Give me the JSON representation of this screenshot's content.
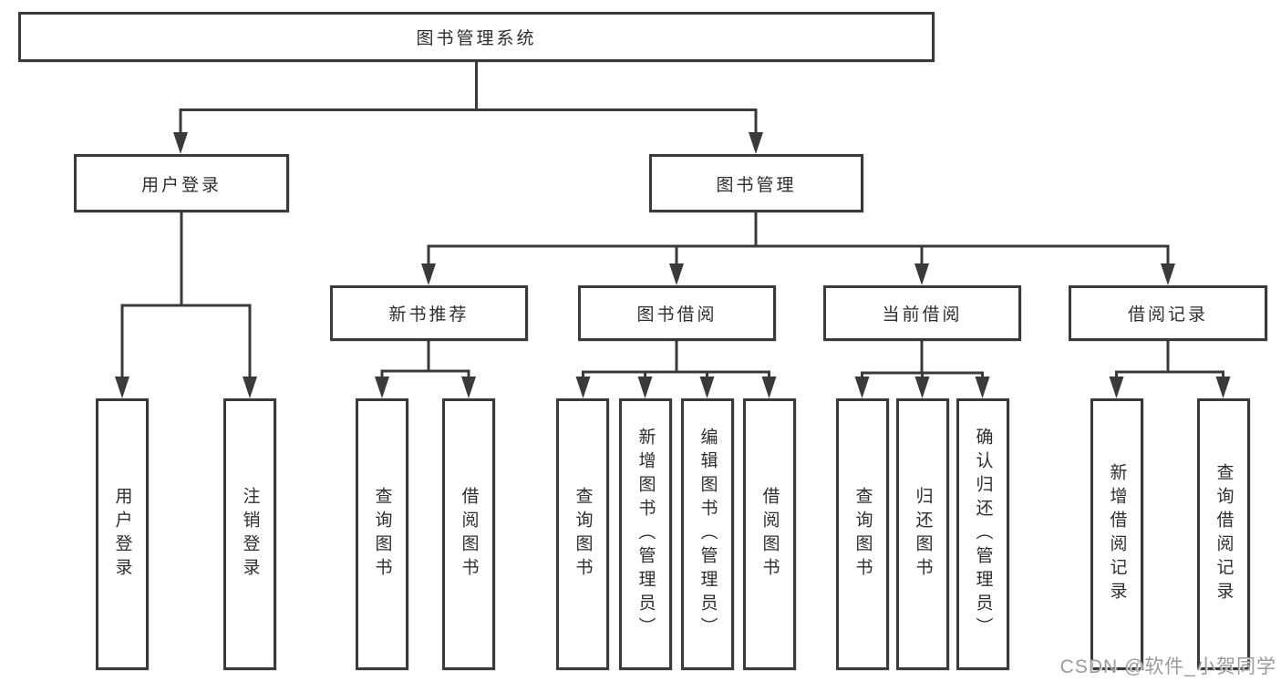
{
  "diagram": {
    "title": "图书管理系统",
    "nodes": {
      "root": "图书管理系统",
      "user_login": "用户登录",
      "book_mgmt": "图书管理",
      "new_books": "新书推荐",
      "book_borrow": "图书借阅",
      "current_borrow": "当前借阅",
      "borrow_records": "借阅记录",
      "ul_login": "用户登录",
      "ul_logout": "注销登录",
      "nb_query": "查询图书",
      "nb_borrow": "借阅图书",
      "bb_query": "查询图书",
      "bb_add": "新增图书（管理员）",
      "bb_edit": "编辑图书（管理员）",
      "bb_borrow": "借阅图书",
      "cb_query": "查询图书",
      "cb_return": "归还图书",
      "cb_confirm": "确认归还（管理员）",
      "br_add": "新增借阅记录",
      "br_query": "查询借阅记录"
    },
    "structure": {
      "root": [
        "user_login",
        "book_mgmt"
      ],
      "user_login": [
        "ul_login",
        "ul_logout"
      ],
      "book_mgmt": [
        "new_books",
        "book_borrow",
        "current_borrow",
        "borrow_records"
      ],
      "new_books": [
        "nb_query",
        "nb_borrow"
      ],
      "book_borrow": [
        "bb_query",
        "bb_add",
        "bb_edit",
        "bb_borrow"
      ],
      "current_borrow": [
        "cb_query",
        "cb_return",
        "cb_confirm"
      ],
      "borrow_records": [
        "br_add",
        "br_query"
      ]
    }
  },
  "watermark": "CSDN @软件_小贺同学",
  "colors": {
    "line": "#3a3a3a",
    "box_border": "#3a3a3a",
    "text": "#2e2e2e",
    "background": "#ffffff",
    "watermark": "#9a9a9a"
  }
}
